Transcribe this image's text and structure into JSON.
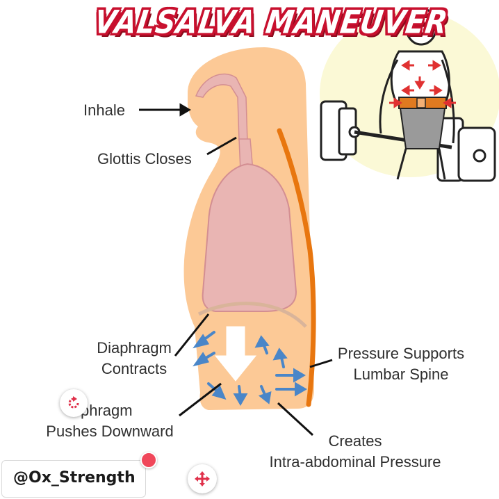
{
  "title": "VALSALVA MANEUVER",
  "labels": {
    "inhale": "Inhale",
    "glottis": "Glottis Closes",
    "diaphragm_contracts_1": "Diaphragm",
    "diaphragm_contracts_2": "Contracts",
    "diaphragm_pushes_1": "phragm",
    "diaphragm_pushes_2": "Pushes Downward",
    "pressure_supports_1": "Pressure Supports",
    "pressure_supports_2": "Lumbar Spine",
    "creates_1": "Creates",
    "creates_2": "Intra-abdominal Pressure"
  },
  "handle": "@Ox_Strength",
  "colors": {
    "skin": "#fcc996",
    "lung": "#e9b5b3",
    "lung_edge": "#d38e92",
    "spine": "#e8760f",
    "arrow_blue": "#4a86c8",
    "title_red": "#c8102e",
    "badge_bg": "#fbf9d6",
    "belt": "#e07a20",
    "pressure_red": "#e03131",
    "accent_pink": "#f0475a"
  },
  "icons": {
    "rotate": "rotate-icon",
    "move": "move-icon"
  }
}
